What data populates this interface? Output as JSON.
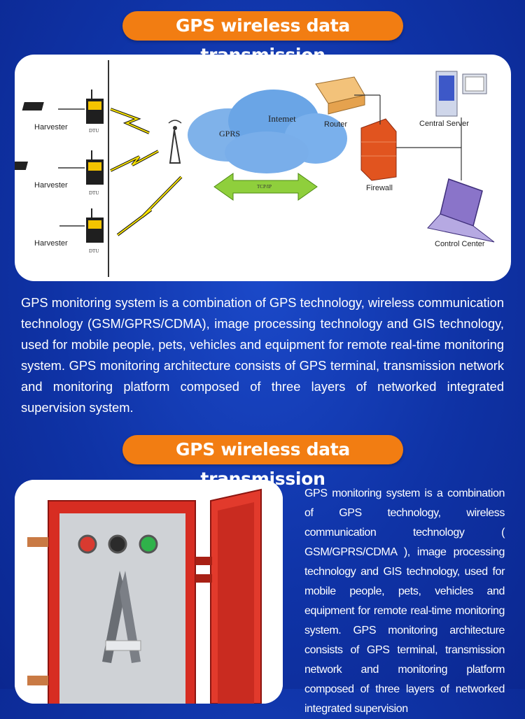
{
  "section1": {
    "title": "GPS wireless data transmission",
    "diagram": {
      "harvester_label": "Harvester",
      "dtu_label": "DTU",
      "gprs_label": "GPRS",
      "internet_label": "Intemet",
      "router_label": "Router",
      "server_label": "Central Server",
      "firewall_label": "Firewall",
      "control_label": "Control Center",
      "tcp_label": "TCP/IP"
    },
    "paragraph": "GPS monitoring system is a combination of GPS technology, wireless communication technology (GSM/GPRS/CDMA), image processing technology and GIS technology, used for mobile people, pets, vehicles and equipment for remote real-time monitoring system. GPS monitoring architecture consists of GPS terminal, transmission network and monitoring platform composed of three layers of networked integrated supervision system."
  },
  "section2": {
    "title": "GPS wireless data transmission",
    "paragraph": "GPS monitoring system is a combination of GPS technology, wireless communication technology ( GSM/GPRS/CDMA ), image processing technology and GIS technology, used for mobile people, pets, vehicles and equipment for remote real-time monitoring system. GPS monitoring architecture consists of GPS terminal, transmission network and monitoring platform composed of three layers of networked integrated supervision"
  },
  "colors": {
    "accent": "#f27d12",
    "background": "#1440b8",
    "card": "#ffffff"
  }
}
